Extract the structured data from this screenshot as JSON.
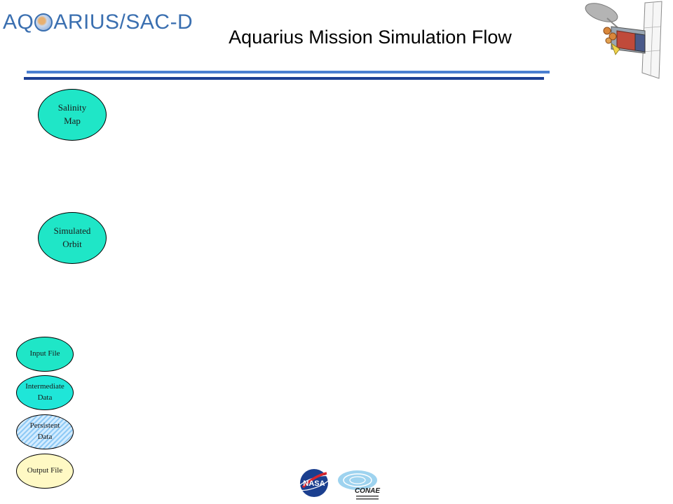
{
  "header": {
    "logo": {
      "part1": "AQ",
      "part2": "ARIUS/SAC-D"
    },
    "title": "Aquarius Mission Simulation Flow"
  },
  "diagram": {
    "nodes": [
      {
        "id": "salinity-map",
        "label": "Salinity\nMap",
        "fill": "#1fe6c7"
      },
      {
        "id": "simulated-orbit",
        "label": "Simulated\nOrbit",
        "fill": "#1fe6c7"
      }
    ]
  },
  "legend": [
    {
      "id": "input-file",
      "label": "Input File",
      "fill": "#1fe6c7"
    },
    {
      "id": "intermediate-data",
      "label": "Intermediate\nData",
      "fill": "#1fe6d8"
    },
    {
      "id": "persistent-data",
      "label": "Persistent\nData",
      "fill": "#d4ecff"
    },
    {
      "id": "output-file",
      "label": "Output File",
      "fill": "#fff9c4"
    }
  ],
  "footer": {
    "logos": [
      "nasa-logo",
      "conae-logo"
    ],
    "nasa_text": "NASA",
    "conae_text": "CONAE"
  }
}
